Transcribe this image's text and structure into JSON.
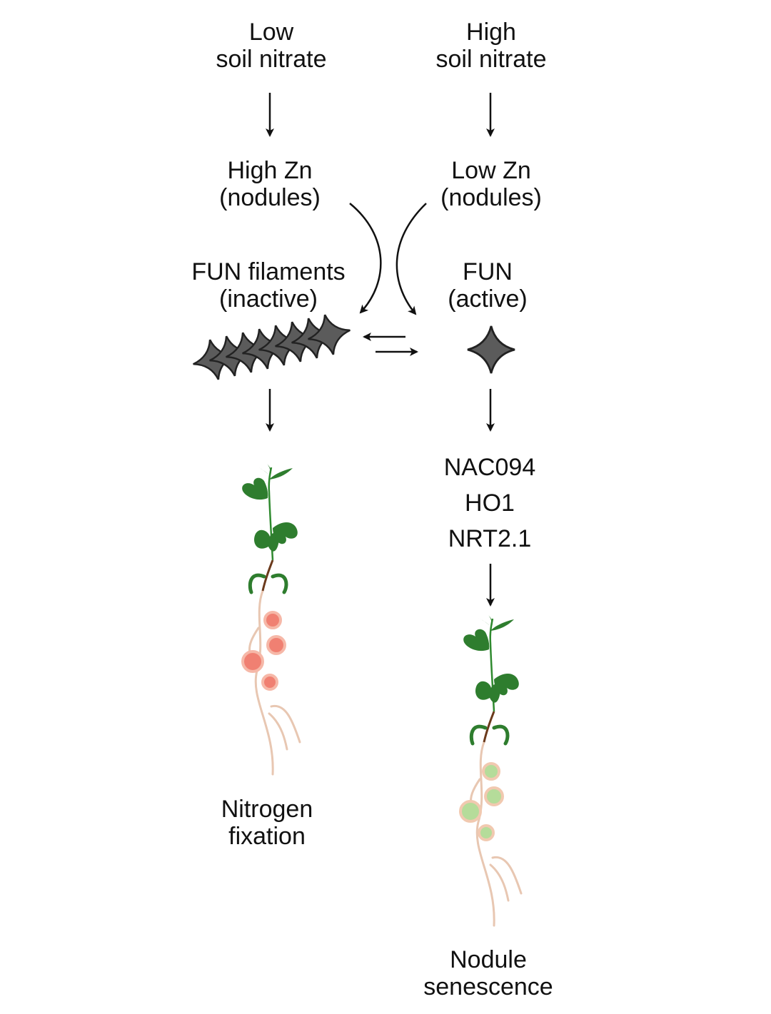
{
  "colors": {
    "text": "#111111",
    "arrow": "#111111",
    "fun_protein_fill": "#5b5b5b",
    "fun_protein_stroke": "#222222",
    "leaf": "#2e7d2e",
    "stem_upper": "#2f8a2f",
    "stem_lower": "#6b3a1c",
    "root": "#e8c7b2",
    "nodule_fixing_fill": "#f08072",
    "nodule_fixing_ring": "#f6b8a8",
    "nodule_senescent_fill": "#b5dc9a",
    "nodule_senescent_ring": "#f1c9b0"
  },
  "left_column": {
    "condition": {
      "line1": "Low",
      "line2": "soil nitrate"
    },
    "zinc": {
      "line1": "High Zn",
      "line2": "(nodules)"
    },
    "fun_state": {
      "line1": "FUN filaments",
      "line2": "(inactive)"
    },
    "outcome": {
      "line1": "Nitrogen",
      "line2": "fixation"
    }
  },
  "right_column": {
    "condition": {
      "line1": "High",
      "line2": "soil nitrate"
    },
    "zinc": {
      "line1": "Low Zn",
      "line2": "(nodules)"
    },
    "fun_state": {
      "line1": "FUN",
      "line2": "(active)"
    },
    "genes": [
      "NAC094",
      "HO1",
      "NRT2.1"
    ],
    "outcome": {
      "line1": "Nodule",
      "line2": "senescence"
    }
  },
  "icons": {
    "fun_filament": "fun-filament-icon",
    "fun_monomer": "fun-monomer-icon",
    "plant_fixing": "plant-with-pink-nodules-icon",
    "plant_senescent": "plant-with-green-nodules-icon",
    "equilibrium": "equilibrium-arrows-icon"
  }
}
